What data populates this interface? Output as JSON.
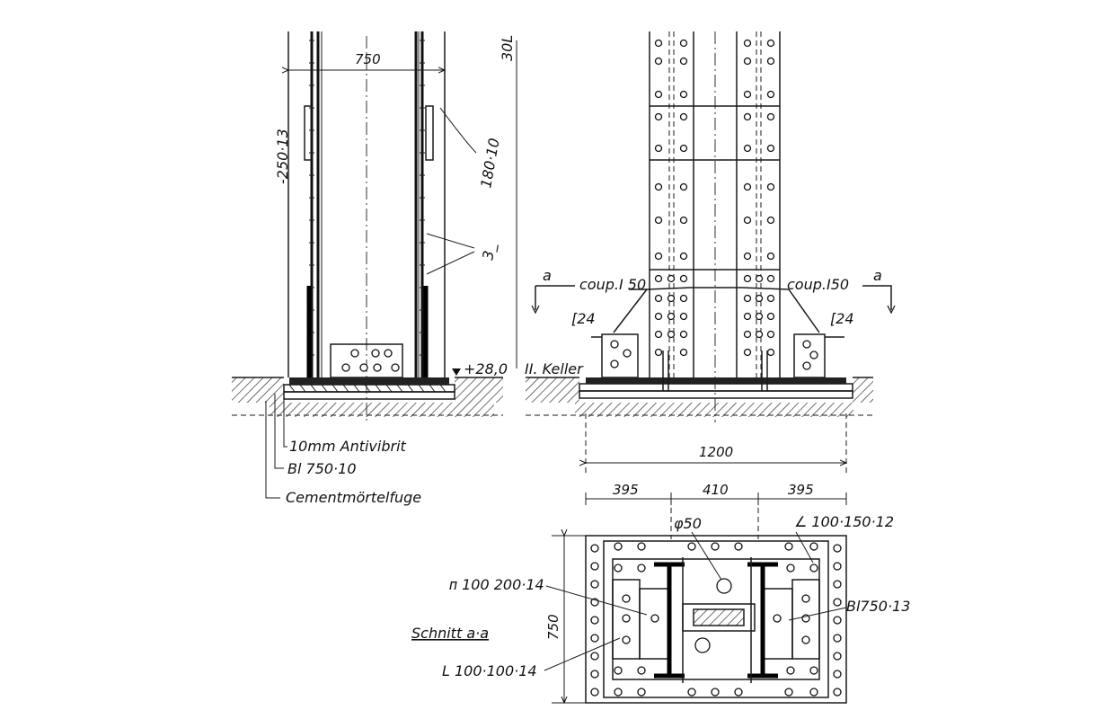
{
  "side_view": {
    "dim_width": "750",
    "label_side_plate": "-250·13",
    "label_flange_plates": "180·10",
    "label_count": "3_",
    "label_edge": "30L",
    "level": "+28,0",
    "floor": "II. Keller",
    "layers": [
      "10mm Antivibrit",
      "Bl 750·10",
      "Cementmörtelfuge"
    ]
  },
  "front_view": {
    "section_marker_left": "a",
    "section_marker_right": "a",
    "coupling_left": "coup.I 50",
    "coupling_right": "coup.I50",
    "channel_left": "[24",
    "channel_right": "[24",
    "dim_total": "1200"
  },
  "plan_section": {
    "dim_left": "395",
    "dim_middle": "410",
    "dim_right": "395",
    "dim_depth": "750",
    "label_hole": "φ50",
    "label_angle_top": "∠ 100·150·12",
    "label_base_plate": "Bl750·13",
    "label_tee": "ᴨ 100 200·14",
    "label_angle_bottom": "L 100·100·14",
    "title": "Schnitt a·a"
  }
}
